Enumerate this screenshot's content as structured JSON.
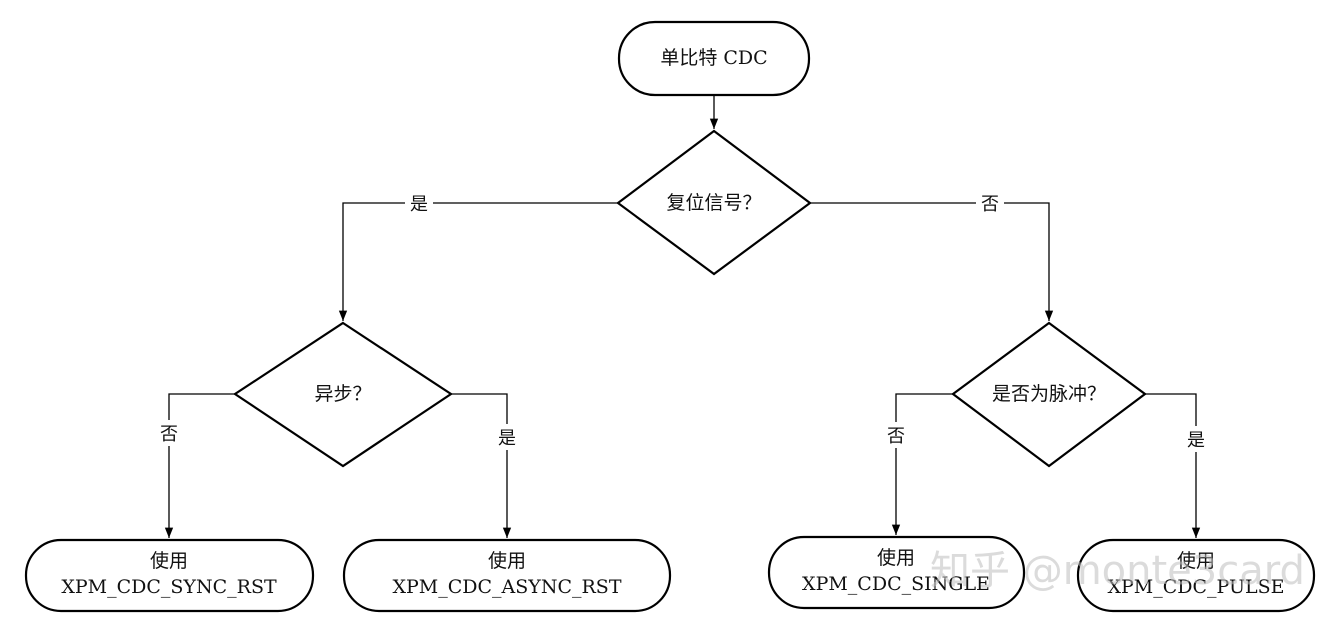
{
  "nodes": {
    "start": "单比特 CDC",
    "reset_q": "复位信号？",
    "async_q": "异步？",
    "pulse_q": "是否为脉冲？",
    "sync_rst_line1": "使用",
    "sync_rst_line2": "XPM_CDC_SYNC_RST",
    "async_rst_line1": "使用",
    "async_rst_line2": "XPM_CDC_ASYNC_RST",
    "single_line1": "使用",
    "single_line2": "XPM_CDC_SINGLE",
    "pulse_line1": "使用",
    "pulse_line2": "XPM_CDC_PULSE"
  },
  "edges": {
    "reset_yes": "是",
    "reset_no": "否",
    "async_no": "否",
    "async_yes": "是",
    "pulse_no": "否",
    "pulse_yes": "是"
  },
  "watermark": "知乎 @monte3card"
}
